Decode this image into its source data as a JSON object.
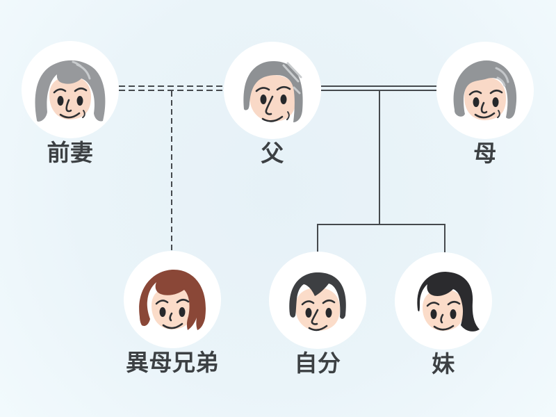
{
  "diagram": {
    "type": "family-tree",
    "background": "#e9f3f9",
    "line_color": "#45494d",
    "label_color": "#3c4043"
  },
  "people": {
    "exwife": {
      "label": "前妻",
      "hair": "#97999c",
      "hair_highlight": "#c9ccce",
      "skin": "#f9d9c7"
    },
    "father": {
      "label": "父",
      "hair": "#8e9194",
      "hair_highlight": "#c9ccce",
      "skin": "#f9d9c7"
    },
    "mother": {
      "label": "母",
      "hair": "#929598",
      "hair_highlight": "#c3c6c9",
      "skin": "#f9d9c7"
    },
    "half_sibling": {
      "label": "異母兄弟",
      "hair": "#8a4737",
      "skin": "#fbdcc9"
    },
    "self": {
      "label": "自分",
      "hair": "#3d3f42",
      "skin": "#fbdcc9"
    },
    "sister": {
      "label": "妹",
      "hair": "#2b2b2e",
      "skin": "#fbdcc9"
    }
  },
  "relationships": {
    "former_marriage": {
      "between": [
        "前妻",
        "父"
      ],
      "line_style": "dashed-double"
    },
    "current_marriage": {
      "between": [
        "父",
        "母"
      ],
      "line_style": "solid-double"
    },
    "child_of_former_marriage": "異母兄弟",
    "children_of_current_marriage": [
      "自分",
      "妹"
    ]
  }
}
